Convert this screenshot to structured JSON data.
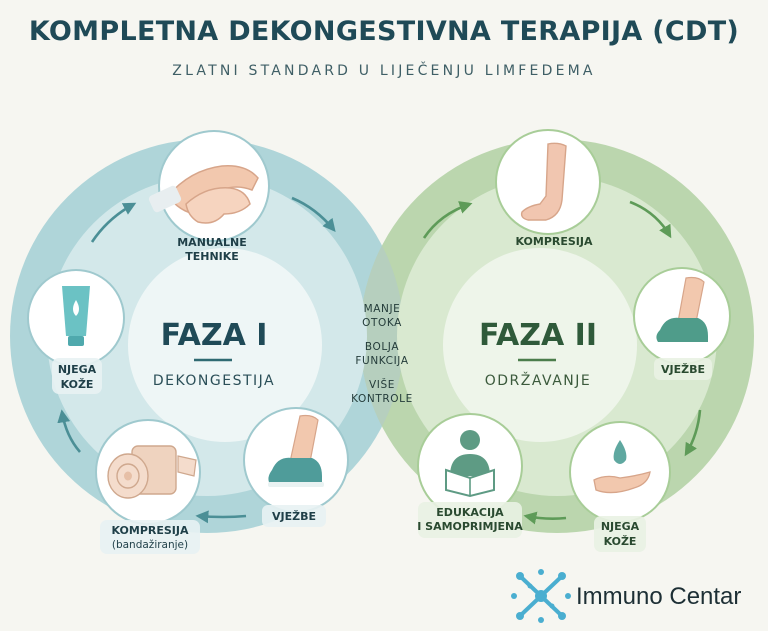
{
  "header": {
    "title": "KOMPLETNA DEKONGESTIVNA TERAPIJA (CDT)",
    "subtitle": "ZLATNI STANDARD U LIJEČENJU LIMFEDEMA"
  },
  "colors": {
    "background": "#f6f6f1",
    "title": "#1f4a57",
    "phase1": "#a7d1d6",
    "phase1_inner": "#e4f1f2",
    "phase2": "#b5d3a6",
    "phase2_inner": "#e8f2e2",
    "overlap": "#b6cfbe",
    "phase1_arrow": "#4b8f96",
    "phase2_arrow": "#5e9b58",
    "logo_blue": "#4aaed0"
  },
  "phase1": {
    "title": "FAZA I",
    "subtitle": "DEKONGESTIJA",
    "items": [
      {
        "id": "manual",
        "label_line1": "MANUALNE",
        "label_line2": "TEHNIKE",
        "icon": "massage-hands-icon"
      },
      {
        "id": "exercise",
        "label_line1": "VJEŽBE",
        "icon": "leg-sneaker-icon"
      },
      {
        "id": "compression",
        "label_line1": "KOMPRESIJA",
        "label_line2": "(bandažiranje)",
        "icon": "bandage-roll-icon"
      },
      {
        "id": "skin",
        "label_line1": "NJEGA",
        "label_line2": "KOŽE",
        "icon": "cream-tube-icon"
      }
    ]
  },
  "phase2": {
    "title": "FAZA II",
    "subtitle": "ODRŽAVANJE",
    "items": [
      {
        "id": "compression",
        "label_line1": "KOMPRESIJA",
        "icon": "compression-stocking-icon"
      },
      {
        "id": "exercise",
        "label_line1": "VJEŽBE",
        "icon": "leg-sneaker-icon"
      },
      {
        "id": "skin",
        "label_line1": "NJEGA",
        "label_line2": "KOŽE",
        "icon": "drop-hand-icon"
      },
      {
        "id": "education",
        "label_line1": "EDUKACIJA",
        "label_line2": "I SAMOPRIMJENA",
        "icon": "reading-person-icon"
      }
    ]
  },
  "benefits": [
    {
      "line1": "MANJE",
      "line2": "OTOKA"
    },
    {
      "line1": "BOLJA",
      "line2": "FUNKCIJA"
    },
    {
      "line1": "VIŠE",
      "line2": "KONTROLE"
    }
  ],
  "logo": {
    "text": "Immuno Centar",
    "icon": "molecule-cross-icon"
  }
}
